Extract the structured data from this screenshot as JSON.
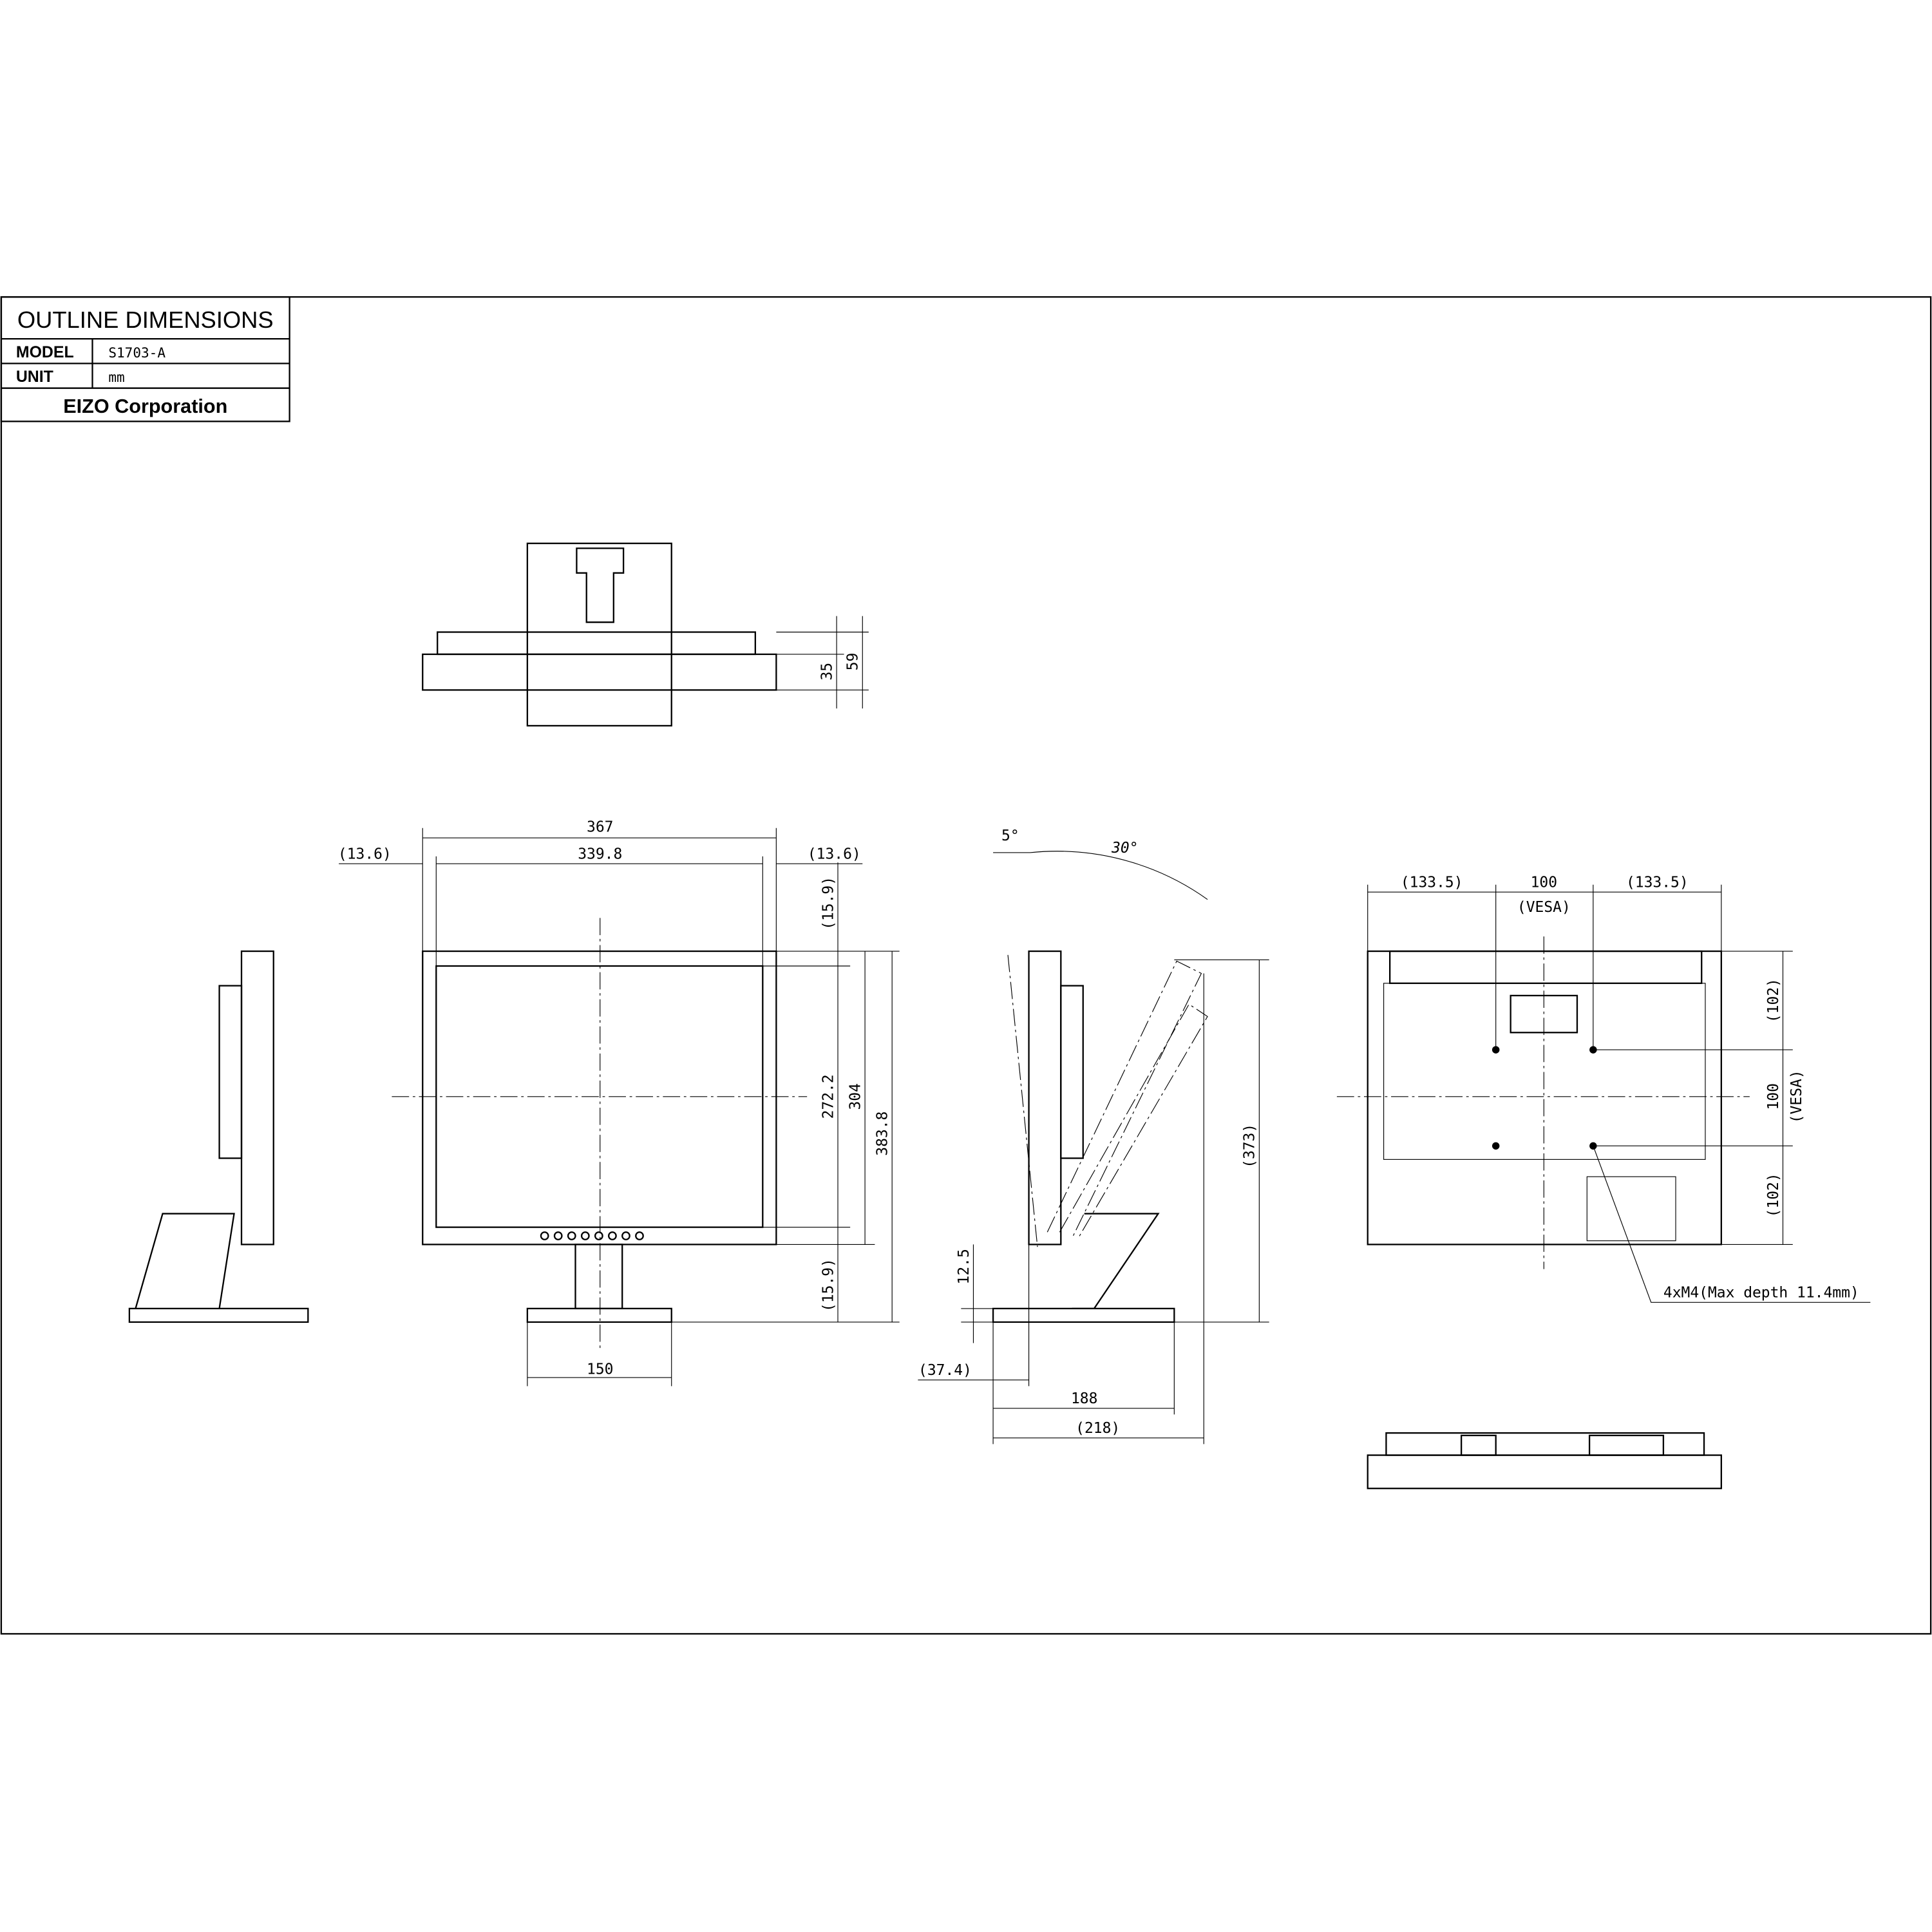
{
  "title_block": {
    "title": "OUTLINE DIMENSIONS",
    "model_label": "MODEL",
    "model_value": "S1703-A",
    "unit_label": "UNIT",
    "unit_value": "mm",
    "company": "EIZO Corporation"
  },
  "top_view": {
    "dims": [
      "35",
      "59"
    ]
  },
  "front_view": {
    "width": "367",
    "screen_width": "339.8",
    "left_bezel": "(13.6)",
    "right_bezel": "(13.6)",
    "top_bezel": "(15.9)",
    "bottom_bezel": "(15.9)",
    "screen_height": "272.2",
    "panel_height": "304",
    "total_height": "383.8",
    "base_width": "150"
  },
  "side_view": {
    "tilt_forward": "5°",
    "tilt_back": "30°",
    "min_clearance": "12.5",
    "tilted_height": "(373)",
    "front_overhang": "(37.4)",
    "base_depth": "188",
    "total_depth": "(218)"
  },
  "rear_view": {
    "left": "(133.5)",
    "vesa_h": "100",
    "vesa_label": "(VESA)",
    "right": "(133.5)",
    "top": "(102)",
    "vesa_v": "100",
    "bottom": "(102)",
    "callout": "4xM4(Max depth 11.4mm)"
  }
}
